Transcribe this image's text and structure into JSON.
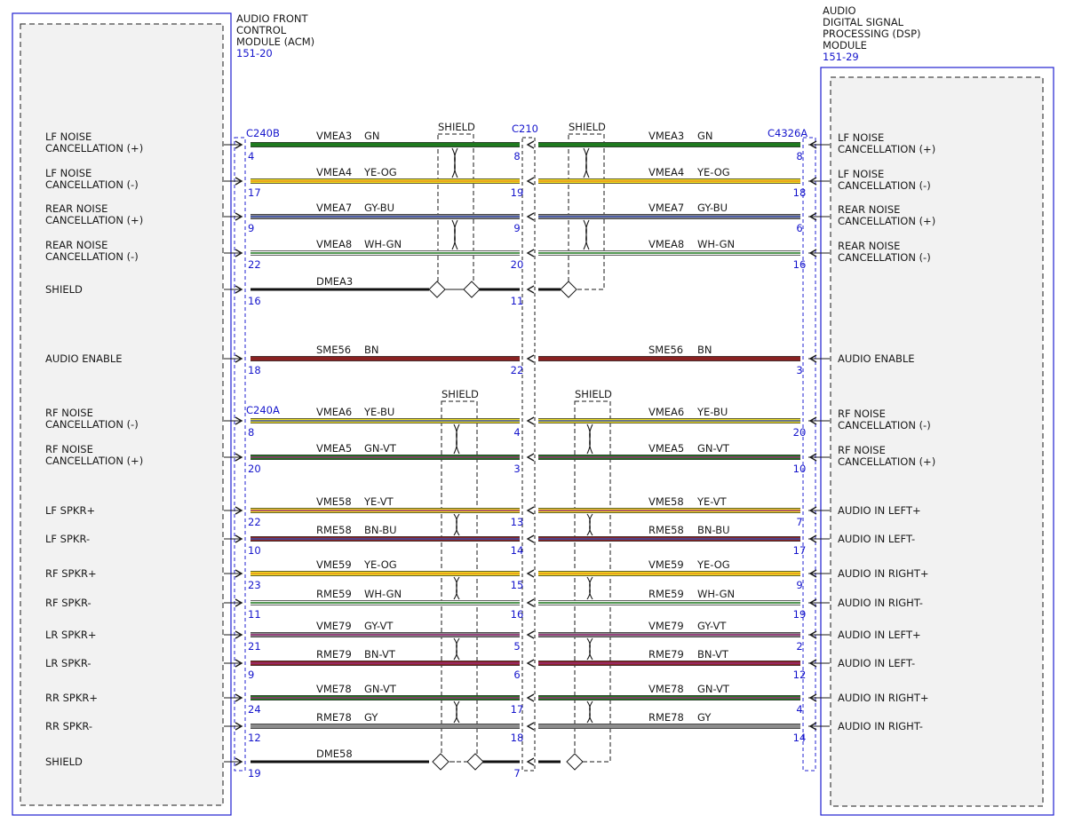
{
  "colors": {
    "GN": "#1f7a1f",
    "YE": "#f0e020",
    "OG": "#e89020",
    "GY": "#8c8c8c",
    "BU": "#3a50b0",
    "WH": "#f4f4f4",
    "BN": "#8a2222",
    "VT": "#9a2c7a",
    "BK": "#111111",
    "border_blue": "#2020d0",
    "frame": "#1a1a1a"
  },
  "modules": {
    "left": {
      "title_lines": [
        "AUDIO FRONT",
        "CONTROL",
        "MODULE (ACM)"
      ],
      "ref": "151-20"
    },
    "right": {
      "title_lines": [
        "AUDIO",
        "DIGITAL SIGNAL",
        "PROCESSING (DSP)",
        "MODULE"
      ],
      "ref": "151-29"
    }
  },
  "connectors": {
    "left_top": "C240B",
    "left_bottom": "C240A",
    "middle": "C210",
    "right": "C4326A"
  },
  "shield_label": "SHIELD",
  "circuits": [
    {
      "left_label": [
        "LF NOISE",
        "CANCELLATION (+)"
      ],
      "circuit": "VMEA3",
      "color_code": "GN",
      "base": "GN",
      "stripe": null,
      "pin_left": "4",
      "pin_mid": "8",
      "pin_right": "8",
      "right_label": [
        "LF NOISE",
        "CANCELLATION (+)"
      ]
    },
    {
      "left_label": [
        "LF NOISE",
        "CANCELLATION (-)"
      ],
      "circuit": "VMEA4",
      "color_code": "YE-OG",
      "base": "YE",
      "stripe": "OG",
      "pin_left": "17",
      "pin_mid": "19",
      "pin_right": "18",
      "right_label": [
        "LF NOISE",
        "CANCELLATION (-)"
      ]
    },
    {
      "left_label": [
        "REAR NOISE",
        "CANCELLATION (+)"
      ],
      "circuit": "VMEA7",
      "color_code": "GY-BU",
      "base": "GY",
      "stripe": "BU",
      "pin_left": "9",
      "pin_mid": "9",
      "pin_right": "6",
      "right_label": [
        "REAR NOISE",
        "CANCELLATION (+)"
      ]
    },
    {
      "left_label": [
        "REAR NOISE",
        "CANCELLATION (-)"
      ],
      "circuit": "VMEA8",
      "color_code": "WH-GN",
      "base": "WH",
      "stripe": "GN",
      "pin_left": "22",
      "pin_mid": "20",
      "pin_right": "16",
      "right_label": [
        "REAR NOISE",
        "CANCELLATION (-)"
      ]
    },
    {
      "left_label": [
        "SHIELD"
      ],
      "circuit": "DMEA3",
      "color_code": "",
      "base": "BK",
      "stripe": null,
      "pin_left": "16",
      "pin_mid": "11",
      "pin_right": "",
      "right_label": [],
      "shield_drain": true
    },
    {
      "left_label": [
        "AUDIO ENABLE"
      ],
      "circuit": "SME56",
      "color_code": "BN",
      "base": "BN",
      "stripe": null,
      "pin_left": "18",
      "pin_mid": "22",
      "pin_right": "3",
      "right_label": [
        "AUDIO ENABLE"
      ],
      "right_circuit": true
    },
    {
      "left_label": [
        "RF NOISE",
        "CANCELLATION (-)"
      ],
      "circuit": "VMEA6",
      "color_code": "YE-BU",
      "base": "YE",
      "stripe": "BU",
      "pin_left": "8",
      "pin_mid": "4",
      "pin_right": "20",
      "right_label": [
        "RF NOISE",
        "CANCELLATION (-)"
      ]
    },
    {
      "left_label": [
        "RF NOISE",
        "CANCELLATION (+)"
      ],
      "circuit": "VMEA5",
      "color_code": "GN-VT",
      "base": "GN",
      "stripe": "VT",
      "pin_left": "20",
      "pin_mid": "3",
      "pin_right": "10",
      "right_label": [
        "RF NOISE",
        "CANCELLATION (+)"
      ]
    },
    {
      "left_label": [
        "LF SPKR+"
      ],
      "circuit": "VME58",
      "color_code": "YE-VT",
      "base": "YE",
      "stripe": "VT",
      "pin_left": "22",
      "pin_mid": "13",
      "pin_right": "7",
      "right_label": [
        "AUDIO IN LEFT+"
      ]
    },
    {
      "left_label": [
        "LF SPKR-"
      ],
      "circuit": "RME58",
      "color_code": "BN-BU",
      "base": "BN",
      "stripe": "BU",
      "pin_left": "10",
      "pin_mid": "14",
      "pin_right": "17",
      "right_label": [
        "AUDIO IN LEFT-"
      ]
    },
    {
      "left_label": [
        "RF SPKR+"
      ],
      "circuit": "VME59",
      "color_code": "YE-OG",
      "base": "YE",
      "stripe": "OG",
      "pin_left": "23",
      "pin_mid": "15",
      "pin_right": "9",
      "right_label": [
        "AUDIO IN RIGHT+"
      ]
    },
    {
      "left_label": [
        "RF SPKR-"
      ],
      "circuit": "RME59",
      "color_code": "WH-GN",
      "base": "WH",
      "stripe": "GN",
      "pin_left": "11",
      "pin_mid": "16",
      "pin_right": "19",
      "right_label": [
        "AUDIO IN RIGHT-"
      ]
    },
    {
      "left_label": [
        "LR SPKR+"
      ],
      "circuit": "VME79",
      "color_code": "GY-VT",
      "base": "GY",
      "stripe": "VT",
      "pin_left": "21",
      "pin_mid": "5",
      "pin_right": "2",
      "right_label": [
        "AUDIO IN LEFT+"
      ]
    },
    {
      "left_label": [
        "LR SPKR-"
      ],
      "circuit": "RME79",
      "color_code": "BN-VT",
      "base": "BN",
      "stripe": "VT",
      "pin_left": "9",
      "pin_mid": "6",
      "pin_right": "12",
      "right_label": [
        "AUDIO IN LEFT-"
      ]
    },
    {
      "left_label": [
        "RR SPKR+"
      ],
      "circuit": "VME78",
      "color_code": "GN-VT",
      "base": "GN",
      "stripe": "VT",
      "pin_left": "24",
      "pin_mid": "17",
      "pin_right": "4",
      "right_label": [
        "AUDIO IN RIGHT+"
      ]
    },
    {
      "left_label": [
        "RR SPKR-"
      ],
      "circuit": "RME78",
      "color_code": "GY",
      "base": "GY",
      "stripe": null,
      "pin_left": "12",
      "pin_mid": "18",
      "pin_right": "14",
      "right_label": [
        "AUDIO IN RIGHT-"
      ]
    },
    {
      "left_label": [
        "SHIELD"
      ],
      "circuit": "DME58",
      "color_code": "",
      "base": "BK",
      "stripe": null,
      "pin_left": "19",
      "pin_mid": "7",
      "pin_right": "",
      "right_label": [],
      "shield_drain": true
    }
  ]
}
